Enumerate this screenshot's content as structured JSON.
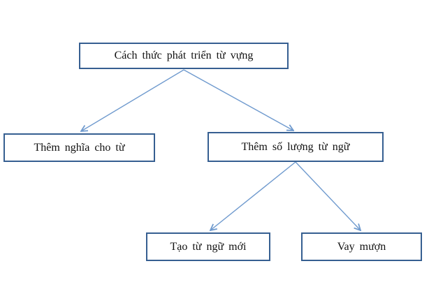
{
  "diagram": {
    "type": "tree-flowchart",
    "nodes": {
      "root": {
        "label": "Cách thức phát triển từ vựng"
      },
      "addMeaning": {
        "label": "Thêm nghĩa cho từ"
      },
      "addQuantity": {
        "label": "Thêm số lượng từ ngữ"
      },
      "createNew": {
        "label": "Tạo từ ngữ mới"
      },
      "borrow": {
        "label": "Vay mượn"
      }
    },
    "edges": [
      {
        "from": "root",
        "to": "addMeaning"
      },
      {
        "from": "root",
        "to": "addQuantity"
      },
      {
        "from": "addQuantity",
        "to": "createNew"
      },
      {
        "from": "addQuantity",
        "to": "borrow"
      }
    ],
    "colors": {
      "box_border": "#365f91",
      "arrow": "#6f9ace",
      "text": "#111111",
      "background": "#ffffff"
    }
  }
}
